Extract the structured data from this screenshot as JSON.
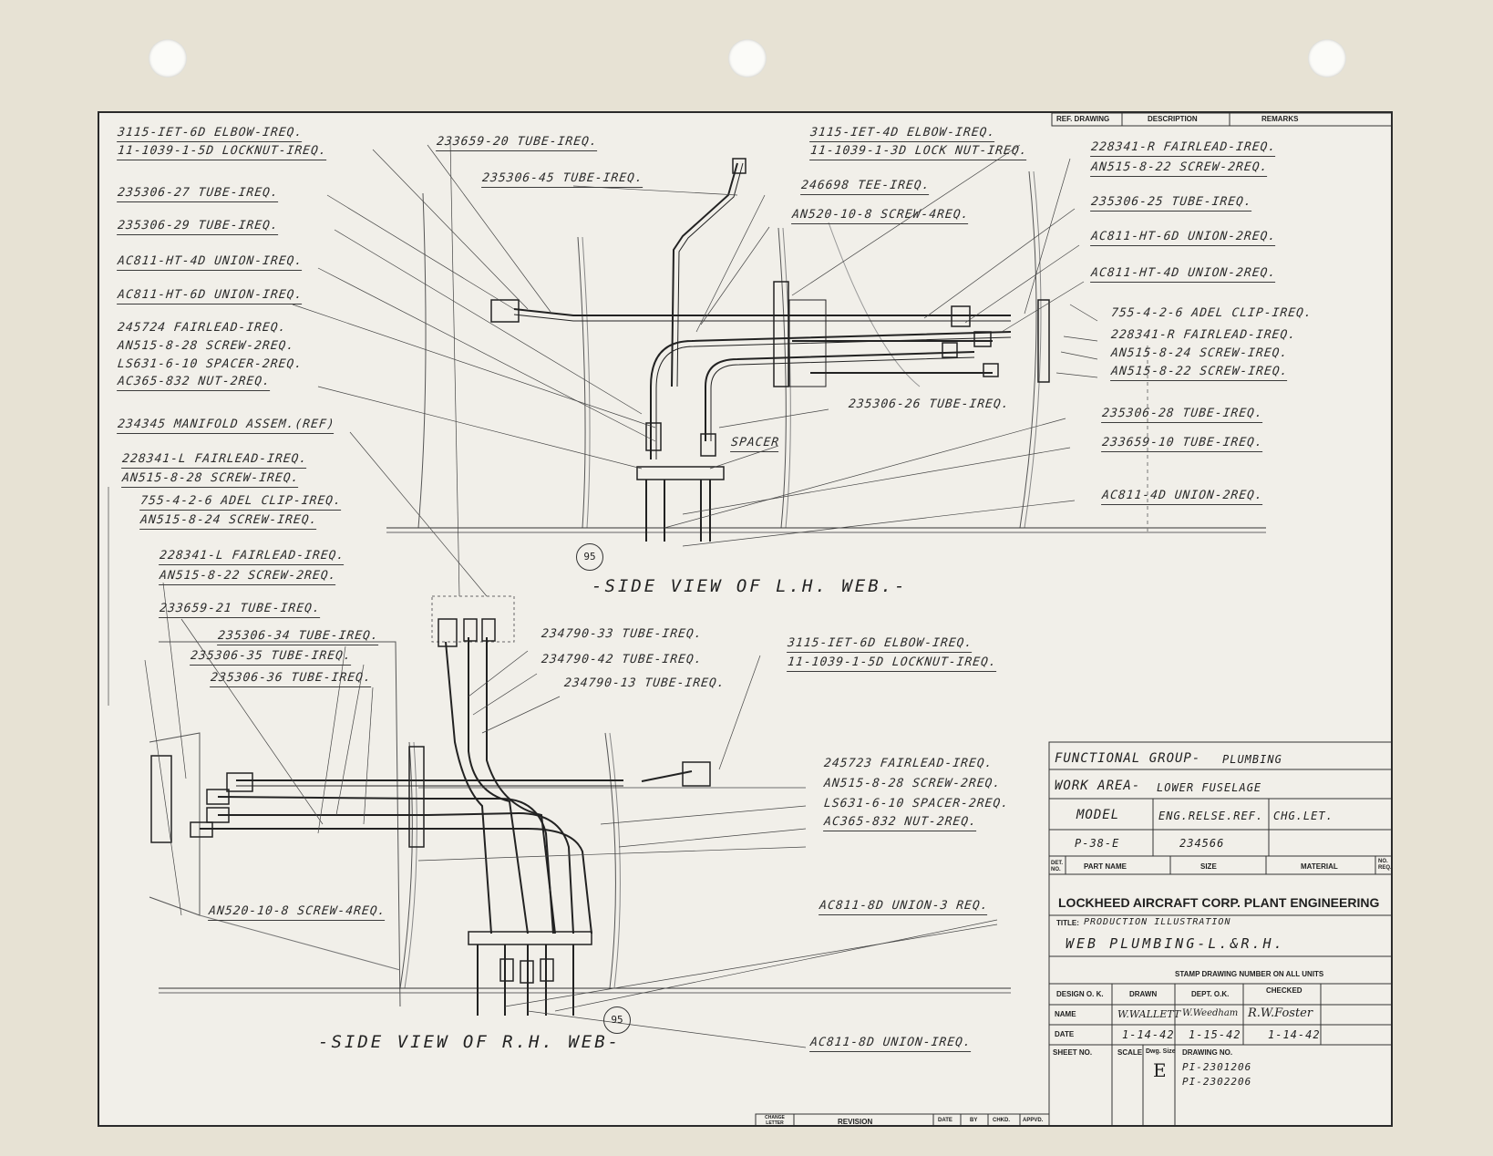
{
  "colors": {
    "card": "#e7e2d4",
    "sheet": "#f1efe9",
    "ink": "#2b2b2b"
  },
  "lh_view": {
    "title": "-SIDE VIEW OF L.H. WEB.-",
    "station": "95",
    "spacer_label": "SPACER",
    "labels": [
      "3115-IET-6D ELBOW-IREQ.",
      "11-1039-1-5D LOCKNUT-IREQ.",
      "233659-20 TUBE-IREQ.",
      "235306-45 TUBE-IREQ.",
      "235306-27 TUBE-IREQ.",
      "235306-29 TUBE-IREQ.",
      "AC811-HT-4D UNION-IREQ.",
      "AC811-HT-6D UNION-IREQ.",
      "245724 FAIRLEAD-IREQ.",
      "AN515-8-28 SCREW-2REQ.",
      "LS631-6-10 SPACER-2REQ.",
      "AC365-832 NUT-2REQ.",
      "234345 MANIFOLD ASSEM.(REF)",
      "228341-L FAIRLEAD-IREQ.",
      "AN515-8-28 SCREW-IREQ.",
      "755-4-2-6 ADEL CLIP-IREQ.",
      "AN515-8-24 SCREW-IREQ.",
      "3115-IET-4D ELBOW-IREQ.",
      "11-1039-1-3D LOCK NUT-IREQ.",
      "246698 TEE-IREQ.",
      "AN520-10-8 SCREW-4REQ.",
      "235306-26 TUBE-IREQ.",
      "228341-R FAIRLEAD-IREQ.",
      "AN515-8-22 SCREW-2REQ.",
      "235306-25 TUBE-IREQ.",
      "AC811-HT-6D UNION-2REQ.",
      "AC811-HT-4D UNION-2REQ.",
      "755-4-2-6 ADEL CLIP-IREQ.",
      "228341-R FAIRLEAD-IREQ.",
      "AN515-8-24 SCREW-IREQ.",
      "AN515-8-22 SCREW-IREQ.",
      "235306-28 TUBE-IREQ.",
      "233659-10 TUBE-IREQ.",
      "AC811-4D UNION-2REQ."
    ]
  },
  "rh_view": {
    "title": "-SIDE VIEW OF R.H. WEB-",
    "station": "95",
    "labels": [
      "228341-L FAIRLEAD-IREQ.",
      "AN515-8-22 SCREW-2REQ.",
      "233659-21 TUBE-IREQ.",
      "235306-34 TUBE-IREQ.",
      "235306-35 TUBE-IREQ.",
      "235306-36 TUBE-IREQ.",
      "234790-33 TUBE-IREQ.",
      "234790-42 TUBE-IREQ.",
      "234790-13 TUBE-IREQ.",
      "3115-IET-6D ELBOW-IREQ.",
      "11-1039-1-5D LOCKNUT-IREQ.",
      "245723 FAIRLEAD-IREQ.",
      "AN515-8-28 SCREW-2REQ.",
      "LS631-6-10 SPACER-2REQ.",
      "AC365-832 NUT-2REQ.",
      "AN520-10-8 SCREW-4REQ.",
      "AC811-8D UNION-3 REQ.",
      "AC811-8D UNION-IREQ."
    ]
  },
  "ref_block": {
    "ref_drawing": "REF. DRAWING",
    "description": "DESCRIPTION",
    "remarks": "REMARKS"
  },
  "revision_block": {
    "change_letter": "CHANGE LETTER",
    "revision": "REVISION",
    "date": "DATE",
    "by": "BY",
    "chkd": "CHKD.",
    "appvd": "APPVD."
  },
  "title_block": {
    "functional_group_label": "FUNCTIONAL GROUP-",
    "functional_group_value": "PLUMBING",
    "work_area_label": "WORK AREA-",
    "work_area_value": "LOWER FUSELAGE",
    "model_label": "MODEL",
    "eng_release_label": "ENG.RELSE.REF.",
    "chg_let_label": "CHG.LET.",
    "model_value": "P-38-E",
    "eng_release_value": "234566",
    "det_no": "DET. NO.",
    "part_name": "PART NAME",
    "size": "SIZE",
    "material": "MATERIAL",
    "no_req": "NO. REQ.",
    "company": "LOCKHEED AIRCRAFT CORP. PLANT ENGINEERING",
    "title_label": "TITLE:",
    "subtitle": "PRODUCTION ILLUSTRATION",
    "drawing_title": "WEB PLUMBING-L.&R.H.",
    "stamp_note": "STAMP DRAWING NUMBER ON ALL UNITS",
    "design_ok": "DESIGN O. K.",
    "drawn": "DRAWN",
    "dept_ok": "DEPT. O.K.",
    "checked": "CHECKED",
    "name_label": "NAME",
    "name_drawn": "W.WALLETT",
    "name_dept": "W.Weedham",
    "name_checked": "R.W.Foster",
    "date_label": "DATE",
    "date_drawn": "1-14-42",
    "date_dept": "1-15-42",
    "date_checked": "1-14-42",
    "sheet_no": "SHEET NO.",
    "scale": "SCALE",
    "dwg_size": "Dwg. Size",
    "dwg_size_value": "E",
    "drawing_no_label": "DRAWING NO.",
    "drawing_no_1": "PI-2301206",
    "drawing_no_2": "PI-2302206"
  }
}
